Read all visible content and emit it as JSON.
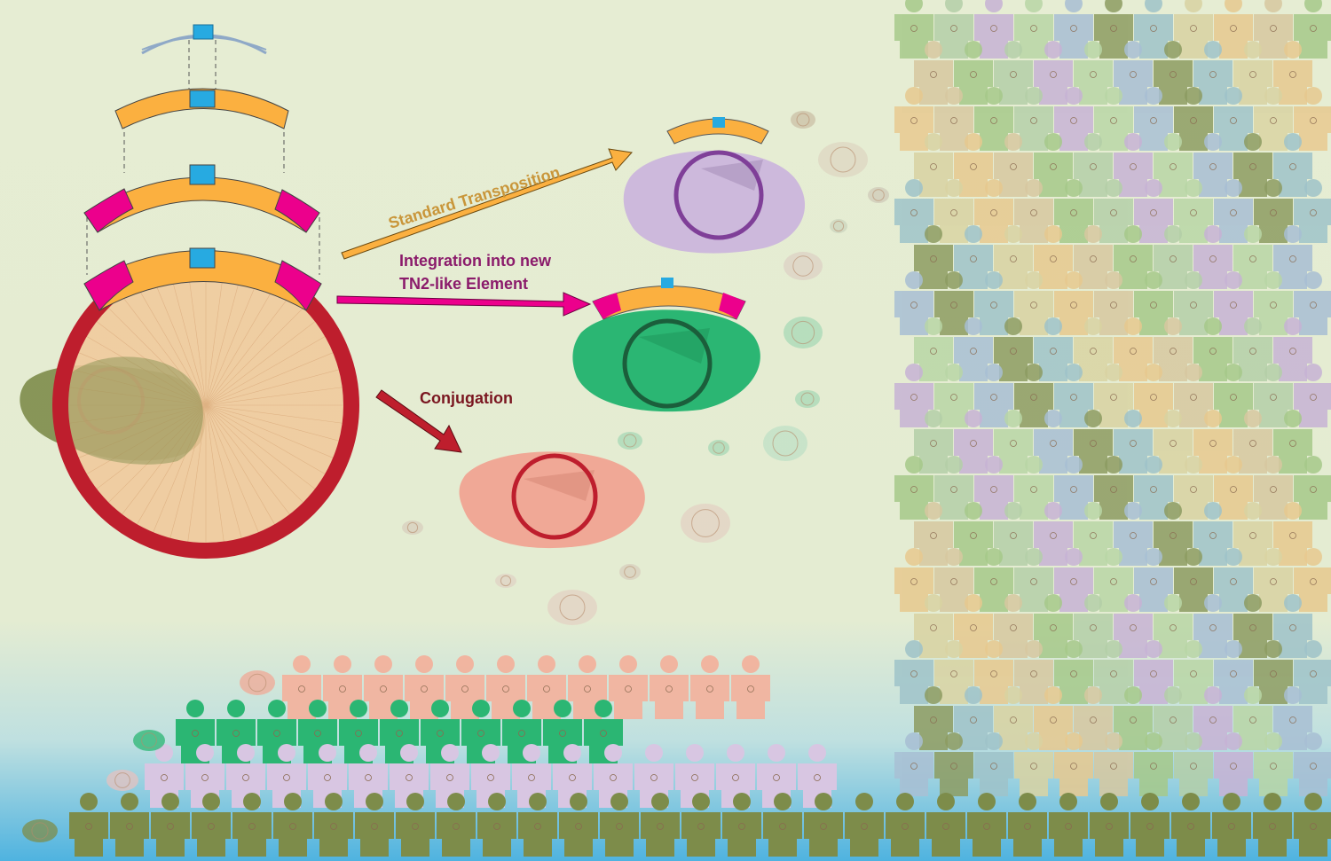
{
  "labels": {
    "standard_transposition": "Standard Transposition",
    "integration_line1": "Integration into new",
    "integration_line2": "TN2-like Element",
    "conjugation": "Conjugation"
  },
  "colors": {
    "background": "#e6edd3",
    "water": "#4fb3e0",
    "orange_segment": "#fbb040",
    "blue_segment": "#27aae1",
    "magenta_segment": "#ec008c",
    "plasmid_red": "#be1e2d",
    "plasmid_purple": "#7f3f98",
    "plasmid_dark_green": "#1b5e3b",
    "cell_olive": "#7d8c4a",
    "cell_purple": "#cdb9dc",
    "cell_green": "#2bb673",
    "cell_salmon": "#f0a896",
    "people_olive": "#7d8c4a",
    "people_lavender": "#d8c6e2",
    "people_green": "#2bb673",
    "people_salmon": "#f4b09b"
  },
  "icons": {
    "dna_helix": "dna-helix-icon",
    "person": "person-icon",
    "plasmid": "plasmid-ring-icon",
    "bacterium": "bacterium-cell-icon"
  }
}
